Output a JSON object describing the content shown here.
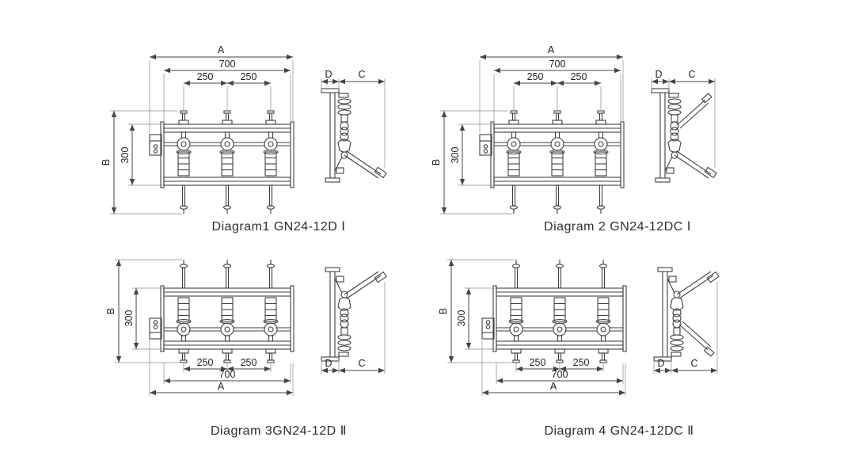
{
  "page": {
    "background": "#ffffff",
    "line_color": "#3f3f3f",
    "dim_color": "#444444",
    "text_color": "#1f1f1f"
  },
  "diagrams": [
    {
      "caption": "Diagram1  GN24-12D Ⅰ",
      "dims": {
        "A": "A",
        "width_total": "700",
        "spacing_left": "250",
        "spacing_right": "250",
        "B": "B",
        "height": "300",
        "D": "D",
        "C": "C"
      }
    },
    {
      "caption": "Diagram 2  GN24-12DC Ⅰ",
      "dims": {
        "A": "A",
        "width_total": "700",
        "spacing_left": "250",
        "spacing_right": "250",
        "B": "B",
        "height": "300",
        "D": "D",
        "C": "C"
      }
    },
    {
      "caption": "Diagram 3GN24-12D Ⅱ",
      "dims": {
        "A": "A",
        "width_total": "700",
        "spacing_left": "250",
        "spacing_right": "250",
        "B": "B",
        "height": "300",
        "D": "D",
        "C": "C"
      }
    },
    {
      "caption": "Diagram 4  GN24-12DC Ⅱ",
      "dims": {
        "A": "A",
        "width_total": "700",
        "spacing_left": "250",
        "spacing_right": "250",
        "B": "B",
        "height": "300",
        "D": "D",
        "C": "C"
      }
    }
  ]
}
